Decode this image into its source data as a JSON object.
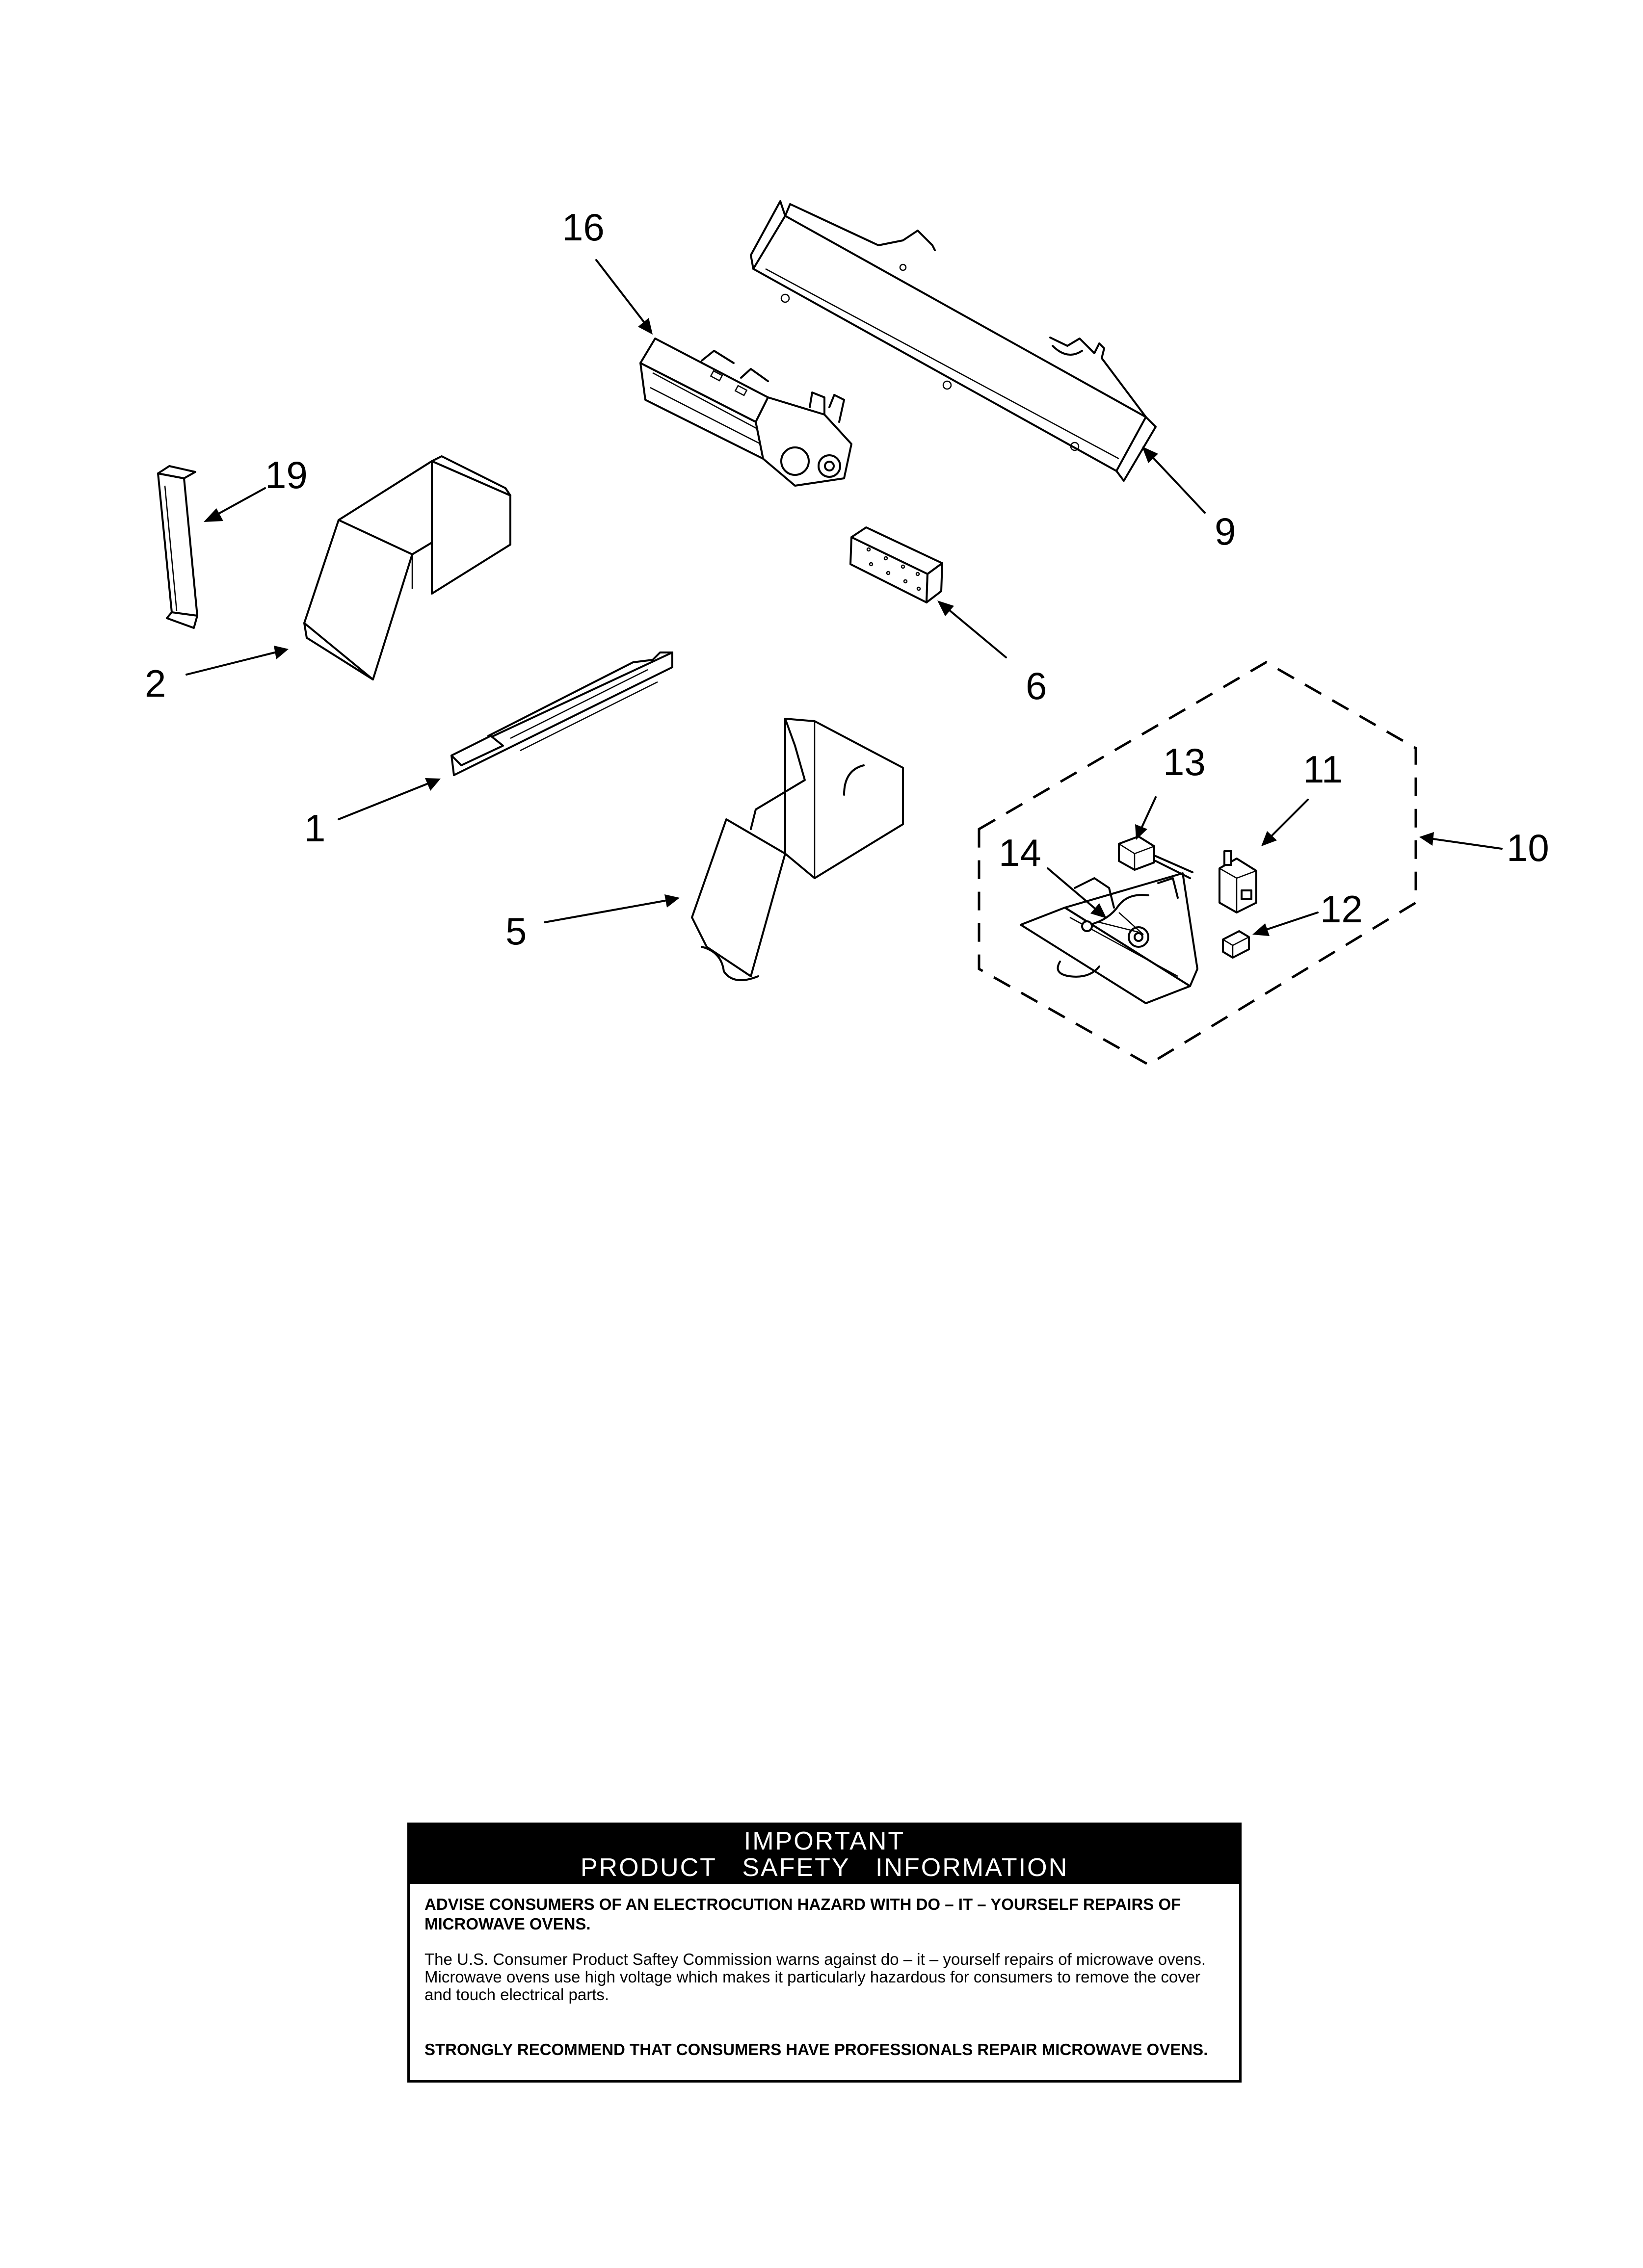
{
  "callouts": {
    "c1": "1",
    "c2": "2",
    "c5": "5",
    "c6": "6",
    "c9": "9",
    "c10": "10",
    "c11": "11",
    "c12": "12",
    "c13": "13",
    "c14": "14",
    "c16": "16",
    "c19": "19"
  },
  "safety": {
    "header_line1": "IMPORTANT",
    "header_line2": "PRODUCT   SAFETY   INFORMATION",
    "advise": "ADVISE CONSUMERS OF AN ELECTROCUTION HAZARD WITH DO – IT – YOURSELF REPAIRS OF MICROWAVE OVENS.",
    "commission": "The U.S. Consumer Product Saftey Commission warns against do – it – yourself repairs of microwave ovens. Microwave ovens use high voltage which makes it particularly hazardous for consumers to remove the cover and touch electrical parts.",
    "recommend": "STRONGLY RECOMMEND THAT CONSUMERS HAVE PROFESSIONALS REPAIR MICROWAVE OVENS."
  }
}
